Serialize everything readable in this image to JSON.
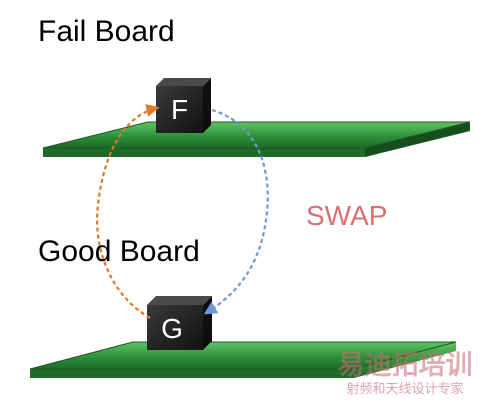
{
  "labels": {
    "fail_board": "Fail Board",
    "good_board": "Good Board",
    "swap": "SWAP"
  },
  "chips": {
    "fail": "F",
    "good": "G"
  },
  "watermark": {
    "logo": "易迪拓培训",
    "tagline": "射频和天线设计专家"
  },
  "colors": {
    "board_green": "#2f8f3a",
    "chip_black": "#1a1a1a",
    "swap_text": "#d9726f",
    "arrow_orange": "#e07a28",
    "arrow_blue": "#6b9ad6"
  }
}
